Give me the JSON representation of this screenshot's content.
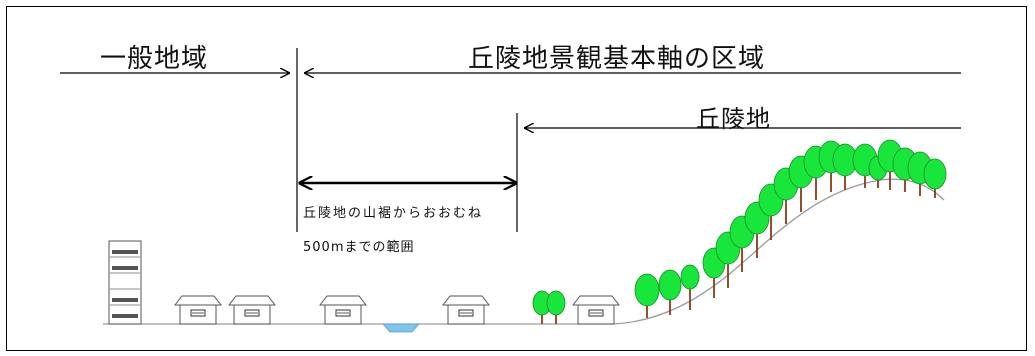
{
  "labels": {
    "general_area": "一般地域",
    "axis_area": "丘陵地景観基本軸の区域",
    "hill": "丘陵地",
    "range_line1": "丘陵地の山裾からおおむね",
    "range_line2": "500mまでの範囲"
  },
  "colors": {
    "tree_foliage": "#19e63a",
    "tree_outline": "#1a8a2a",
    "tree_trunk": "#8b3a1a",
    "ground": "#9a9a9a",
    "water": "#7fc3ea",
    "line": "#000000"
  }
}
